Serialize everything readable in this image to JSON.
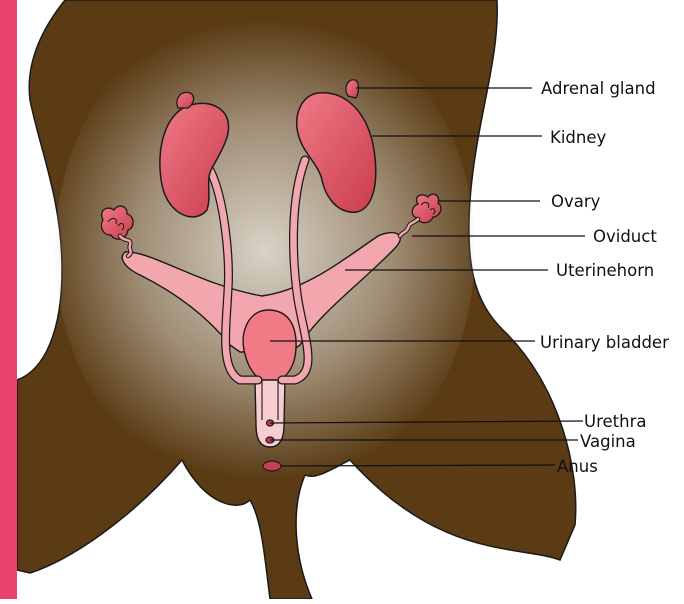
{
  "labels": {
    "adrenal_gland": "Adrenal gland",
    "kidney": "Kidney",
    "ovary": "Ovary",
    "oviduct": "Oviduct",
    "uterine_horn": "Uterinehorn",
    "urinary_bladder": "Urinary bladder",
    "urethra": "Urethra",
    "vagina": "Vagina",
    "anus": "Anus"
  },
  "colors": {
    "accent_bar": "#e8436a",
    "body_fill": "#5a3b14",
    "glow_center": "#d9d2c6",
    "organ_dark": "#c93d4f",
    "organ_light": "#f07a86",
    "tract_fill": "#f2a6ad",
    "tract_light": "#f8cdd1",
    "outline": "#1a1a1a",
    "leader_line": "#111111"
  }
}
